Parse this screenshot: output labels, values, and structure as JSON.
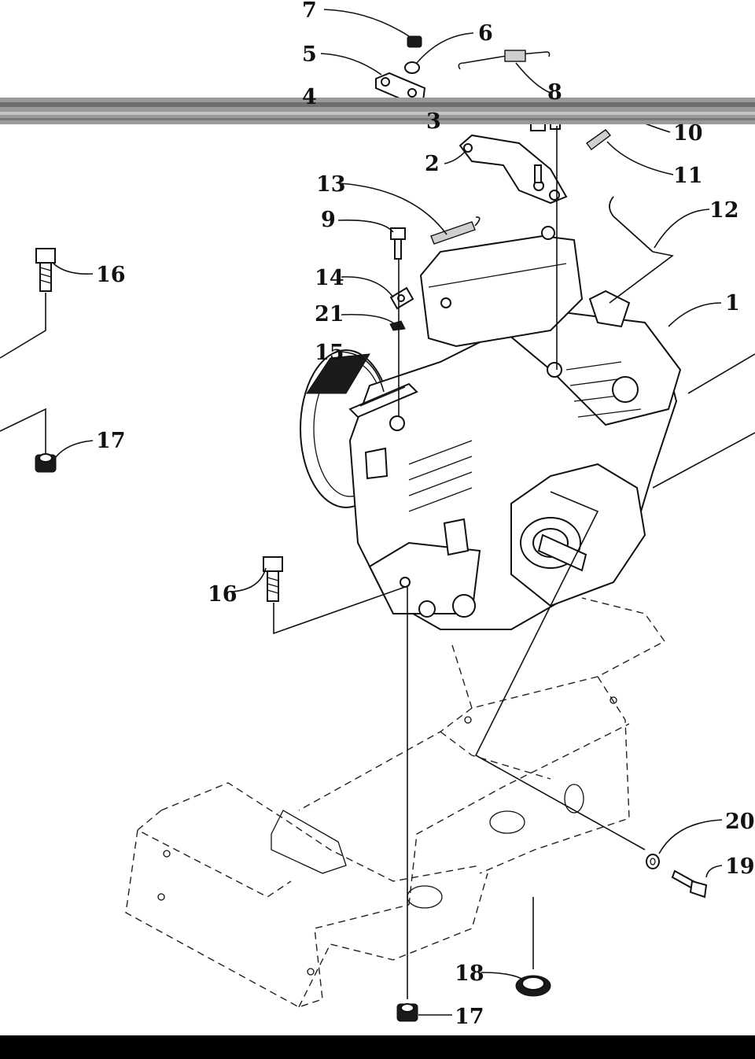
{
  "callouts": [
    {
      "id": "c1",
      "text": "1"
    },
    {
      "id": "c2",
      "text": "2"
    },
    {
      "id": "c3",
      "text": "3"
    },
    {
      "id": "c4",
      "text": "4"
    },
    {
      "id": "c5",
      "text": "5"
    },
    {
      "id": "c6",
      "text": "6"
    },
    {
      "id": "c7",
      "text": "7"
    },
    {
      "id": "c8",
      "text": "8"
    },
    {
      "id": "c9",
      "text": "9"
    },
    {
      "id": "c10",
      "text": "10"
    },
    {
      "id": "c11",
      "text": "11"
    },
    {
      "id": "c12",
      "text": "12"
    },
    {
      "id": "c13",
      "text": "13"
    },
    {
      "id": "c14",
      "text": "14"
    },
    {
      "id": "c15",
      "text": "15"
    },
    {
      "id": "c16a",
      "text": "16"
    },
    {
      "id": "c16b",
      "text": "16"
    },
    {
      "id": "c17a",
      "text": "17"
    },
    {
      "id": "c17b",
      "text": "17"
    },
    {
      "id": "c18",
      "text": "18"
    },
    {
      "id": "c19",
      "text": "19"
    },
    {
      "id": "c20",
      "text": "20"
    },
    {
      "id": "c21",
      "text": "21"
    }
  ]
}
